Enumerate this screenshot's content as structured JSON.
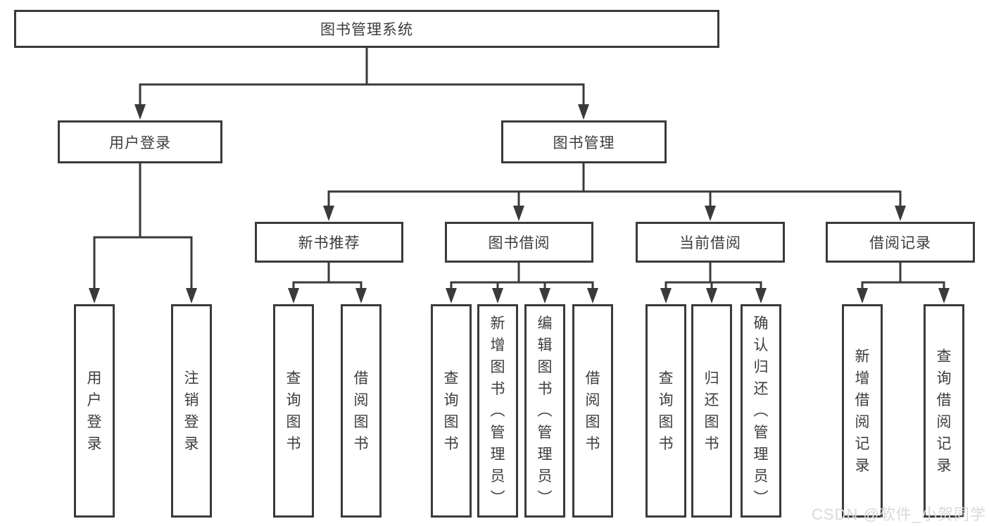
{
  "diagram_type": "hierarchy-tree",
  "nodes": {
    "root": {
      "label": "图书管理系统"
    },
    "user_login": {
      "label": "用户登录"
    },
    "book_mgmt": {
      "label": "图书管理"
    },
    "new_book_rec": {
      "label": "新书推荐"
    },
    "book_borrowing": {
      "label": "图书借阅"
    },
    "current_borrowing": {
      "label": "当前借阅"
    },
    "borrowing_records": {
      "label": "借阅记录"
    },
    "leaf_user_login": {
      "label": "用户登录"
    },
    "leaf_logout_login": {
      "label": "注销登录"
    },
    "leaf_rec_query_books": {
      "label": "查询图书"
    },
    "leaf_rec_borrow_books": {
      "label": "借阅图书"
    },
    "leaf_bb_query_books": {
      "label": "查询图书"
    },
    "leaf_bb_add_books": {
      "label": "新增图书（管理员）"
    },
    "leaf_bb_edit_books": {
      "label": "编辑图书（管理员）"
    },
    "leaf_bb_borrow_books": {
      "label": "借阅图书"
    },
    "leaf_cb_query_books": {
      "label": "查询图书"
    },
    "leaf_cb_return_books": {
      "label": "归还图书"
    },
    "leaf_cb_confirm_return": {
      "label": "确认归还（管理员）"
    },
    "leaf_br_add_record": {
      "label": "新增借阅记录"
    },
    "leaf_br_query_record": {
      "label": "查询借阅记录"
    }
  },
  "edges": [
    [
      "root",
      "user_login"
    ],
    [
      "root",
      "book_mgmt"
    ],
    [
      "user_login",
      "leaf_user_login"
    ],
    [
      "user_login",
      "leaf_logout_login"
    ],
    [
      "book_mgmt",
      "new_book_rec"
    ],
    [
      "book_mgmt",
      "book_borrowing"
    ],
    [
      "book_mgmt",
      "current_borrowing"
    ],
    [
      "book_mgmt",
      "borrowing_records"
    ],
    [
      "new_book_rec",
      "leaf_rec_query_books"
    ],
    [
      "new_book_rec",
      "leaf_rec_borrow_books"
    ],
    [
      "book_borrowing",
      "leaf_bb_query_books"
    ],
    [
      "book_borrowing",
      "leaf_bb_add_books"
    ],
    [
      "book_borrowing",
      "leaf_bb_edit_books"
    ],
    [
      "book_borrowing",
      "leaf_bb_borrow_books"
    ],
    [
      "current_borrowing",
      "leaf_cb_query_books"
    ],
    [
      "current_borrowing",
      "leaf_cb_return_books"
    ],
    [
      "current_borrowing",
      "leaf_cb_confirm_return"
    ],
    [
      "borrowing_records",
      "leaf_br_add_record"
    ],
    [
      "borrowing_records",
      "leaf_br_query_record"
    ]
  ],
  "colors": {
    "line": "#3a3a3e",
    "box_border": "#3a3a3e",
    "text": "#3d3d41",
    "watermark": "#d9d9de",
    "background": "#ffffff"
  },
  "watermark": {
    "text": "CSDN @软件_小贺同学"
  }
}
